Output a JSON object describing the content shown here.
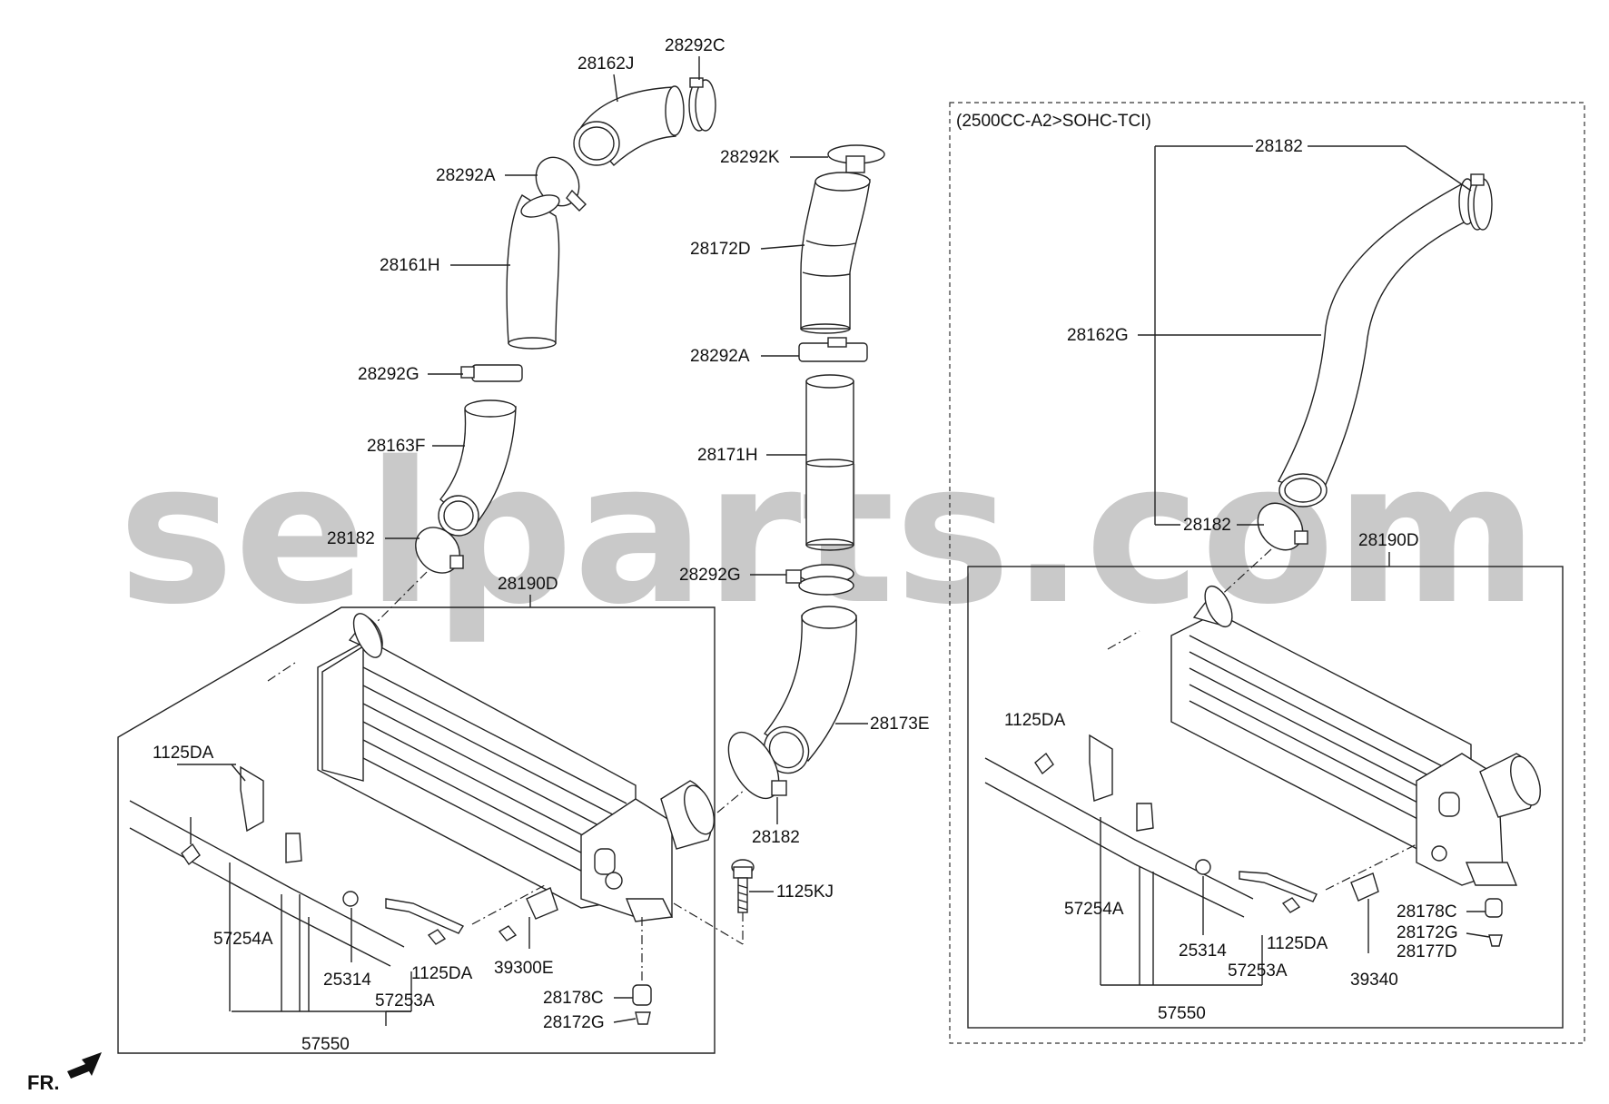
{
  "watermark": "selparts.com",
  "variant_label": "(2500CC-A2>SOHC-TCI)",
  "front_indicator": "FR.",
  "left_labels": {
    "p28292C": "28292C",
    "p28162J": "28162J",
    "p28292A_top": "28292A",
    "p28161H": "28161H",
    "p28292G_left": "28292G",
    "p28163F": "28163F",
    "p28182_left": "28182",
    "p28190D_left": "28190D",
    "p1125DA_upper": "1125DA",
    "p57254A": "57254A",
    "p25314": "25314",
    "p1125DA_lower": "1125DA",
    "p57253A": "57253A",
    "p57550": "57550",
    "p39300E": "39300E",
    "p28178C": "28178C",
    "p28172G": "28172G"
  },
  "center_labels": {
    "p28292K": "28292K",
    "p28172D": "28172D",
    "p28292A": "28292A",
    "p28171H": "28171H",
    "p28292G": "28292G",
    "p28173E": "28173E",
    "p28182": "28182",
    "p1125KJ": "1125KJ"
  },
  "right_labels": {
    "p28182_top": "28182",
    "p28162G": "28162G",
    "p28182_bottom": "28182",
    "p28190D": "28190D",
    "p1125DA_upper": "1125DA",
    "p57254A": "57254A",
    "p25314": "25314",
    "p1125DA_lower": "1125DA",
    "p57253A": "57253A",
    "p57550": "57550",
    "p39340": "39340",
    "p28178C": "28178C",
    "p28172G": "28172G",
    "p28177D": "28177D"
  }
}
